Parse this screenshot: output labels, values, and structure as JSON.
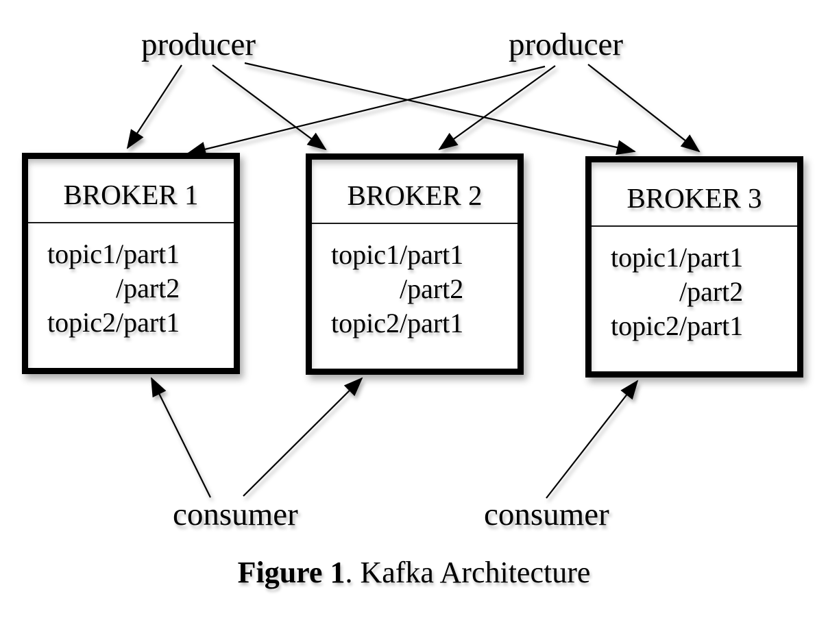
{
  "figure": {
    "type": "diagram",
    "colors": {
      "line": "#000000",
      "background": "#ffffff",
      "text": "#000000"
    },
    "producers": [
      {
        "id": "producer-1",
        "label": "producer"
      },
      {
        "id": "producer-2",
        "label": "producer"
      }
    ],
    "consumers": [
      {
        "id": "consumer-1",
        "label": "consumer"
      },
      {
        "id": "consumer-2",
        "label": "consumer"
      }
    ],
    "brokers": [
      {
        "id": "broker-1",
        "title": "BROKER 1",
        "topics": [
          "topic1/part1",
          "/part2",
          "topic2/part1"
        ]
      },
      {
        "id": "broker-2",
        "title": "BROKER 2",
        "topics": [
          "topic1/part1",
          "/part2",
          "topic2/part1"
        ]
      },
      {
        "id": "broker-3",
        "title": "BROKER 3",
        "topics": [
          "topic1/part1",
          "/part2",
          "topic2/part1"
        ]
      }
    ],
    "connections": [
      {
        "from": "producer-1",
        "to": "broker-1"
      },
      {
        "from": "producer-1",
        "to": "broker-2"
      },
      {
        "from": "producer-1",
        "to": "broker-3"
      },
      {
        "from": "producer-2",
        "to": "broker-1"
      },
      {
        "from": "producer-2",
        "to": "broker-2"
      },
      {
        "from": "producer-2",
        "to": "broker-3"
      },
      {
        "from": "consumer-1",
        "to": "broker-1"
      },
      {
        "from": "consumer-1",
        "to": "broker-2"
      },
      {
        "from": "consumer-2",
        "to": "broker-3"
      }
    ],
    "caption": {
      "label": "Figure 1",
      "text": ". Kafka Architecture"
    }
  }
}
